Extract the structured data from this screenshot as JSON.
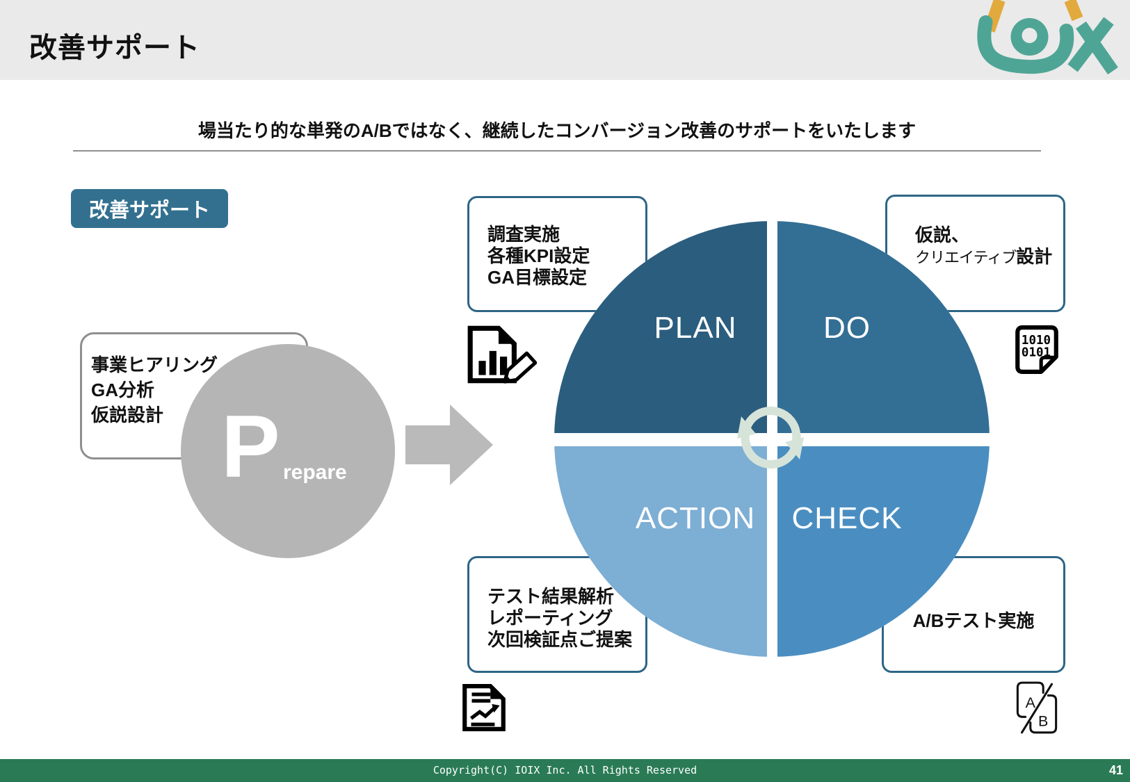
{
  "slide": {
    "title": "改善サポート",
    "subtitle": "場当たり的な単発のA/Bではなく、継続したコンバージョン改善のサポートをいたします",
    "copyright": "Copyright(C) IOIX Inc. All Rights Reserved",
    "page_number": "41"
  },
  "colors": {
    "header_band": "#EAEAEA",
    "badge_bg": "#33708F",
    "box_border": "#2E6586",
    "plan": "#2B5D7E",
    "do": "#336E95",
    "check": "#4A8EC1",
    "action": "#7DAED4",
    "gray_circle": "#B5B5B5",
    "arrow_gray": "#BABABA",
    "cycle_arrows": "#D6E3D8",
    "footer_bg": "#2A7B55",
    "logo_teal": "#4FA595",
    "logo_gold": "#E2A93D"
  },
  "badge": {
    "label": "改善サポート"
  },
  "prepare": {
    "note_lines": [
      "事業ヒアリング",
      "GA分析",
      "仮説設計"
    ],
    "initial": "P",
    "rest": "repare"
  },
  "pdca": {
    "plan": {
      "label": "PLAN"
    },
    "do": {
      "label": "DO"
    },
    "check": {
      "label": "CHECK"
    },
    "action": {
      "label": "ACTION"
    }
  },
  "callouts": {
    "plan": {
      "lines": [
        "調査実施",
        "各種KPI設定",
        "GA目標設定"
      ]
    },
    "do": {
      "line1": "仮説、",
      "line2_light": "クリエイティブ",
      "line2_bold": "設計"
    },
    "action": {
      "lines": [
        "テスト結果解析",
        "レポーティング",
        "次回検証点ご提案"
      ]
    },
    "check": {
      "line": "A/Bテスト実施"
    }
  },
  "icons": {
    "analysis_icon": "bar-chart-document-with-pencil",
    "binary_icon": {
      "row1": "1010",
      "row2": "0101"
    },
    "report_icon": "trend-report-document",
    "ab_icon": {
      "a": "A",
      "b": "B"
    }
  }
}
